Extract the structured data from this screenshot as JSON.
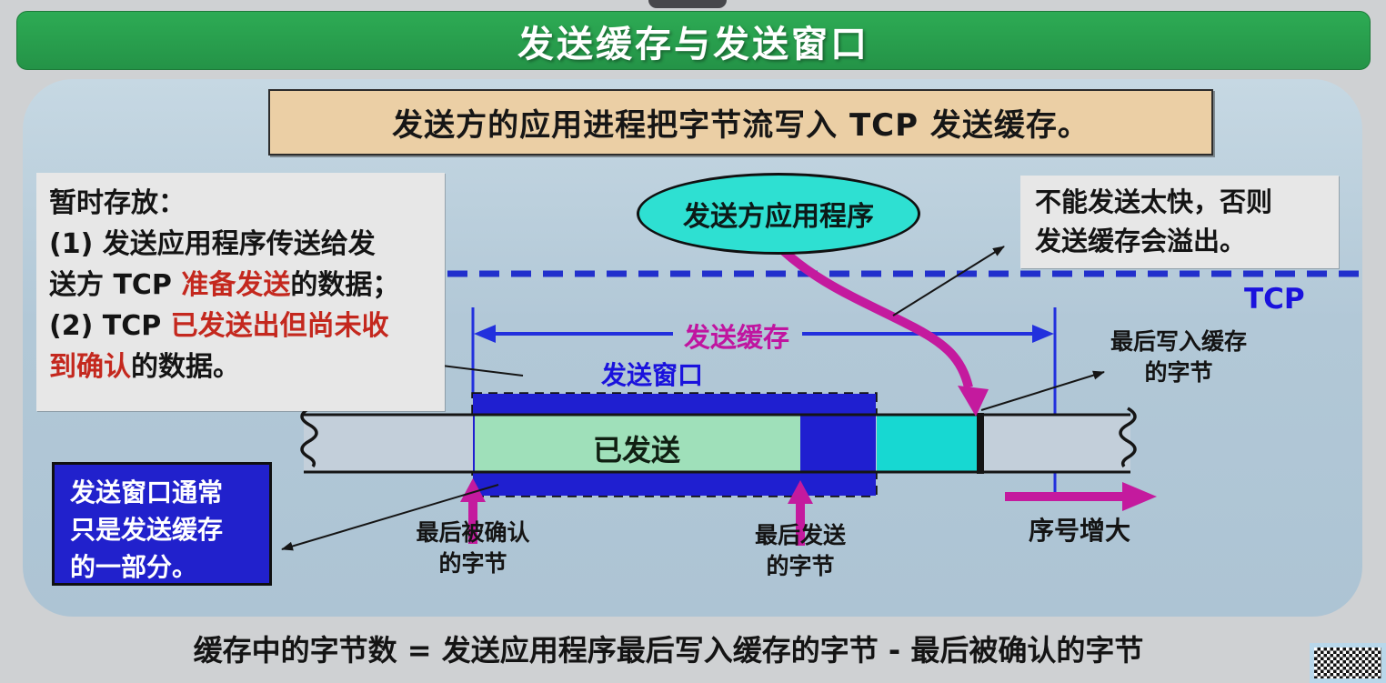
{
  "slide": {
    "title": "发送缓存与发送窗口",
    "subtitle": "发送方的应用进程把字节流写入 TCP 发送缓存。",
    "formula": "缓存中的字节数 = 发送应用程序最后写入缓存的字节 - 最后被确认的字节"
  },
  "left_note": {
    "heading": "暂时存放：",
    "item1_line1": "(1) 发送应用程序传送给发",
    "item1_black": "送方 TCP ",
    "item1_red": "准备发送",
    "item1_suffix": "的数据；",
    "item2_black": "(2)  TCP ",
    "item2_red1": "已发送出但尚未收",
    "item2_red2": "到确认",
    "item2_suffix": "的数据。"
  },
  "right_note": {
    "line1": "不能发送太快，否则",
    "line2": "发送缓存会溢出。"
  },
  "window_note": {
    "line1": "发送窗口通常",
    "line2": "只是发送缓存",
    "line3": "的一部分。"
  },
  "diagram": {
    "app_label": "发送方应用程序",
    "tcp_label": "TCP",
    "buffer_label": "发送缓存",
    "window_label": "发送窗口",
    "sent_label": "已发送",
    "last_acked_line1": "最后被确认",
    "last_acked_line2": "的字节",
    "last_sent_line1": "最后发送",
    "last_sent_line2": "的字节",
    "last_written_line1": "最后写入缓存",
    "last_written_line2": "的字节",
    "seq_label": "序号增大"
  },
  "colors": {
    "title_green": "#27a14b",
    "slide_blue": "#b4c9d8",
    "beige_box": "#ebcfa5",
    "note_gray": "#e7e7e7",
    "note_red": "#c4281e",
    "window_blue": "#1f1fd0",
    "sent_green": "#9fe0ba",
    "stream_cyan": "#17d8d2",
    "ellipse_cyan": "#2ee0d2",
    "accent_magenta": "#c41a9e",
    "measure_blue": "#2230dd",
    "tcp_label_blue": "#1a12dd"
  }
}
